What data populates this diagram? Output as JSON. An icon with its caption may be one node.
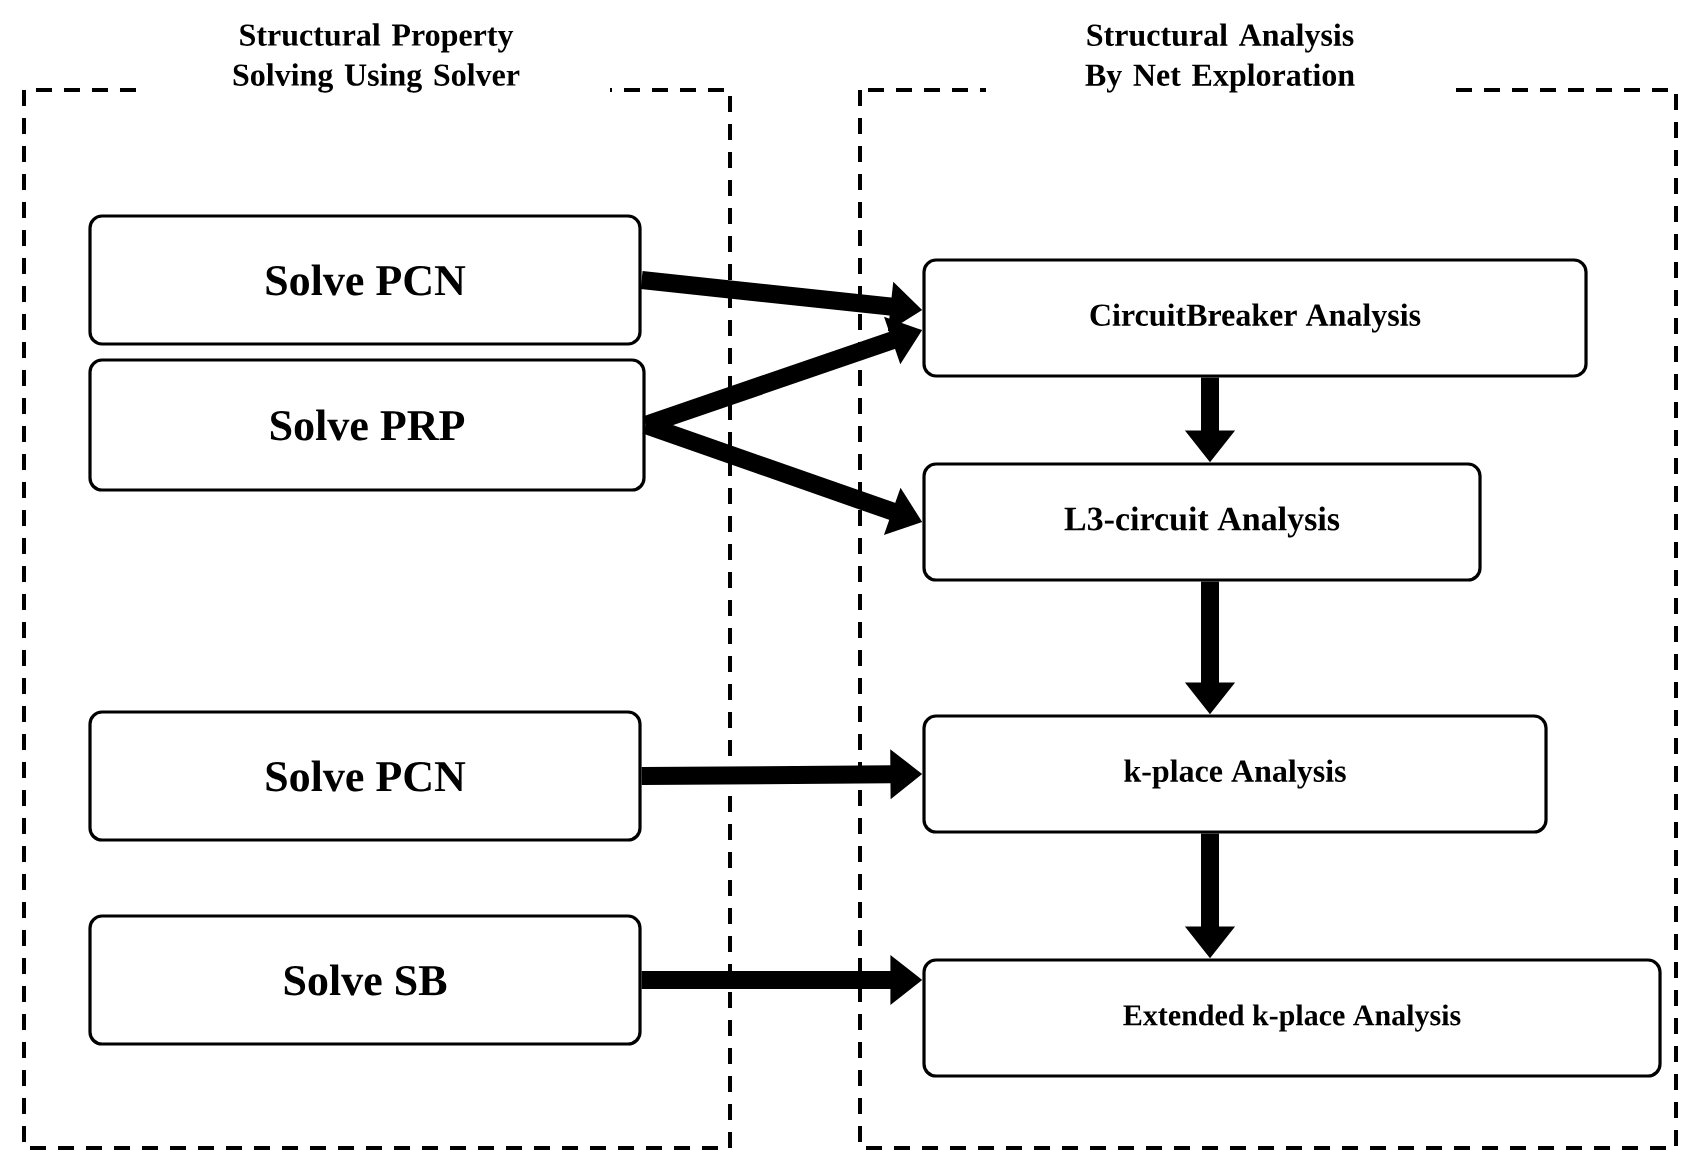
{
  "diagram": {
    "nodes": [
      {
        "text": [
          "Structural Property Solving Using Solver"
        ]
      },
      {
        "text": [
          "Solve PCN"
        ],
        "in": 0
      },
      {
        "text": [
          "Solve PRP"
        ],
        "in": 0
      },
      {
        "text": [
          "Solve PCN"
        ],
        "in": 0
      },
      {
        "text": [
          "Solve SB"
        ],
        "in": 0
      },
      {
        "text": [
          "Structural Analysis By Net Exploration"
        ]
      },
      {
        "text": [
          "CircuitBreaker Analysis"
        ],
        "in": 5
      },
      {
        "text": [
          "L3-circuit Analysis"
        ],
        "in": 5
      },
      {
        "text": [
          "k-place Analysis"
        ],
        "in": 5
      },
      {
        "text": [
          "Extended k-place Analysis"
        ],
        "in": 5
      }
    ],
    "edges": [
      {
        "from": 1,
        "to": 6,
        "arrow": "to"
      },
      {
        "from": 2,
        "to": 6,
        "arrow": "to"
      },
      {
        "from": 2,
        "to": 7,
        "arrow": "to"
      },
      {
        "from": 6,
        "to": 7,
        "arrow": "to"
      },
      {
        "from": 7,
        "to": 8,
        "arrow": "to"
      },
      {
        "from": 3,
        "to": 8,
        "arrow": "to"
      },
      {
        "from": 8,
        "to": 9,
        "arrow": "to"
      },
      {
        "from": 4,
        "to": 9,
        "arrow": "to"
      }
    ]
  }
}
